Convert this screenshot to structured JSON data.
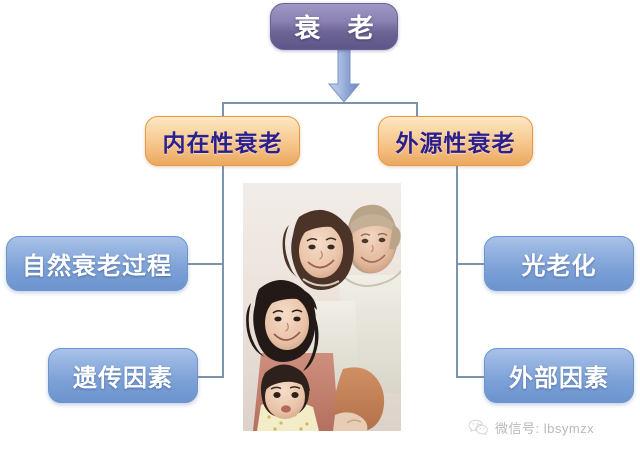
{
  "diagram": {
    "title_node": {
      "label": "衰 老",
      "color": "#6e6596"
    },
    "level2": [
      {
        "label": "内在性衰老",
        "color": "#f3bc7d",
        "text_color": "#2b1f8c"
      },
      {
        "label": "外源性衰老",
        "color": "#f3bc7d",
        "text_color": "#2b1f8c"
      }
    ],
    "leaves_left": [
      {
        "label": "自然衰老过程",
        "color": "#7ba0d6"
      },
      {
        "label": "遗传因素",
        "color": "#7ba0d6"
      }
    ],
    "leaves_right": [
      {
        "label": "光老化",
        "color": "#7ba0d6"
      },
      {
        "label": "外部因素",
        "color": "#7ba0d6"
      }
    ],
    "connector_color": "#7c93ad",
    "arrow": {
      "name": "down-arrow",
      "color": "#7f9ad0"
    }
  },
  "photo": {
    "alt": "four-generation family portrait: baby, young woman, middle-aged woman, elderly woman"
  },
  "watermark": {
    "icon": "wechat-icon",
    "text": "微信号: lbsymzx"
  }
}
